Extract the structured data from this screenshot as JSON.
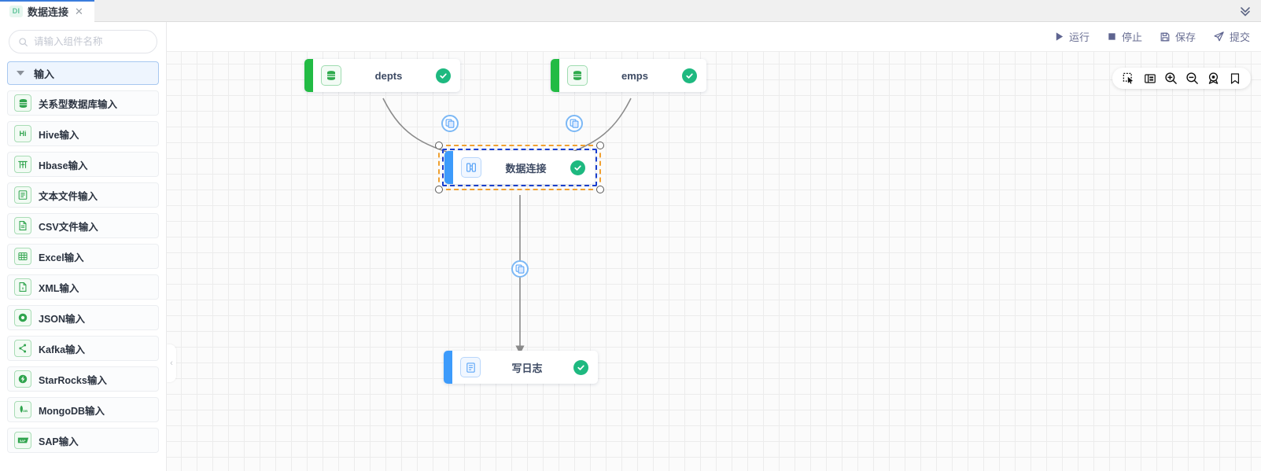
{
  "tab": {
    "badge": "DI",
    "title": "数据连接",
    "close": "✕",
    "collapse_icon": "chevron-double-down"
  },
  "sidebar": {
    "search": {
      "placeholder": "请输入组件名称",
      "value": ""
    },
    "group": {
      "label": "输入",
      "expanded": true
    },
    "items": [
      {
        "label": "关系型数据库输入",
        "icon": "database-icon",
        "glyph": "▤"
      },
      {
        "label": "Hive输入",
        "icon": "hive-icon",
        "glyph": "Hi"
      },
      {
        "label": "Hbase输入",
        "icon": "hbase-icon",
        "glyph": "册"
      },
      {
        "label": "文本文件输入",
        "icon": "text-file-icon",
        "glyph": "▤"
      },
      {
        "label": "CSV文件输入",
        "icon": "csv-file-icon",
        "glyph": "▤"
      },
      {
        "label": "Excel输入",
        "icon": "excel-icon",
        "glyph": "▦"
      },
      {
        "label": "XML输入",
        "icon": "xml-file-icon",
        "glyph": "▤"
      },
      {
        "label": "JSON输入",
        "icon": "json-icon",
        "glyph": "◉"
      },
      {
        "label": "Kafka输入",
        "icon": "kafka-icon",
        "glyph": "⁂"
      },
      {
        "label": "StarRocks输入",
        "icon": "starrocks-icon",
        "glyph": "✦"
      },
      {
        "label": "MongoDB输入",
        "icon": "mongodb-icon",
        "glyph": "▮"
      },
      {
        "label": "SAP输入",
        "icon": "sap-icon",
        "glyph": "▭"
      }
    ]
  },
  "actionbar": {
    "buttons": [
      {
        "label": "运行",
        "icon": "play-icon"
      },
      {
        "label": "停止",
        "icon": "stop-icon"
      },
      {
        "label": "保存",
        "icon": "save-icon"
      },
      {
        "label": "提交",
        "icon": "submit-icon"
      }
    ]
  },
  "canvas": {
    "collapse_handle": "‹",
    "zoom_toolbar": [
      {
        "icon": "marquee-select-icon"
      },
      {
        "icon": "fit-view-icon"
      },
      {
        "icon": "zoom-in-icon"
      },
      {
        "icon": "zoom-out-icon"
      },
      {
        "icon": "locate-icon"
      },
      {
        "icon": "bookmark-icon"
      }
    ],
    "nodes": [
      {
        "id": "depts",
        "label": "depts",
        "icon": "database-icon",
        "accent": "green",
        "status": "success"
      },
      {
        "id": "emps",
        "label": "emps",
        "icon": "database-icon",
        "accent": "green",
        "status": "success"
      },
      {
        "id": "join",
        "label": "数据连接",
        "icon": "join-icon",
        "accent": "blue",
        "status": "success",
        "selected": true
      },
      {
        "id": "log",
        "label": "写日志",
        "icon": "log-icon",
        "accent": "blue",
        "status": "success"
      }
    ],
    "edges": [
      {
        "from": "depts",
        "to": "join",
        "badge_icon": "copy-icon"
      },
      {
        "from": "emps",
        "to": "join",
        "badge_icon": "copy-icon"
      },
      {
        "from": "join",
        "to": "log",
        "badge_icon": "copy-icon"
      }
    ]
  },
  "colors": {
    "accent_green": "#22bb44",
    "accent_blue": "#3d9bfb",
    "status_success": "#1eb980",
    "selection_outer": "#f0a030",
    "selection_inner": "#1a3fd0",
    "tab_active": "#3b7ddd"
  }
}
